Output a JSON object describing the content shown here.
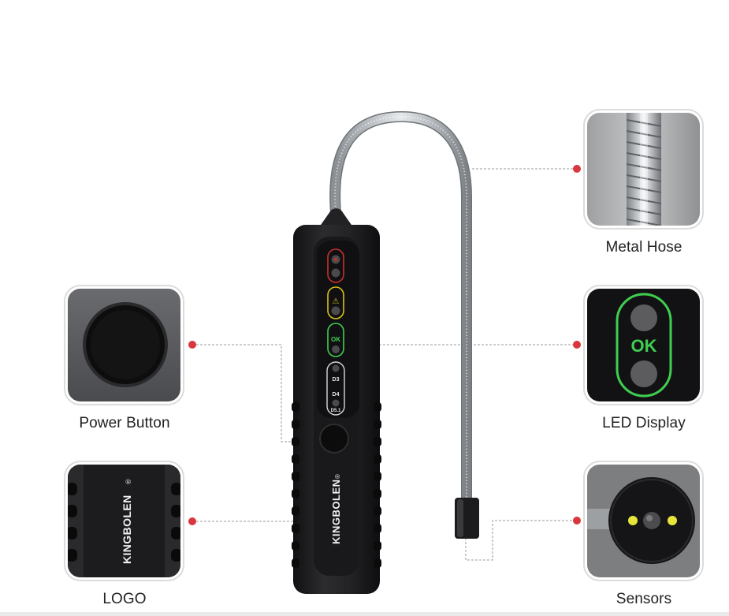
{
  "brand": "KINGBOLEN",
  "registered_mark": "®",
  "callouts": {
    "metal_hose": "Metal Hose",
    "led_display": "LED Display",
    "sensors": "Sensors",
    "power_button": "Power Button",
    "logo": "LOGO"
  },
  "device": {
    "led_ok": "OK",
    "led_warning": "⚠",
    "led_d3": "D3",
    "led_d4": "D4",
    "led_d51": "D5.1"
  },
  "colors": {
    "accent_red": "#d9363e",
    "ok_green": "#3fcf50",
    "warn_yellow": "#d7c21a",
    "alarm_red": "#c8322c",
    "body_black": "#1e1e20",
    "sensor_yellow": "#e6e63a"
  }
}
